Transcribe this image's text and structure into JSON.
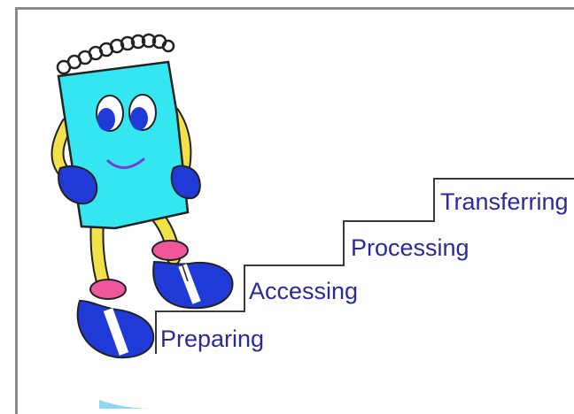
{
  "steps": [
    {
      "label": "Preparing"
    },
    {
      "label": "Accessing"
    },
    {
      "label": "Processing"
    },
    {
      "label": "Transferring"
    }
  ],
  "colors": {
    "staircase": "#3a3a3a",
    "text": "#2a2a9a",
    "notebook": "#33e6f0",
    "gloves": "#1f3ad6",
    "legs": "#f2e24a",
    "socks": "#f0579a",
    "frame": "#8a8a8a"
  }
}
